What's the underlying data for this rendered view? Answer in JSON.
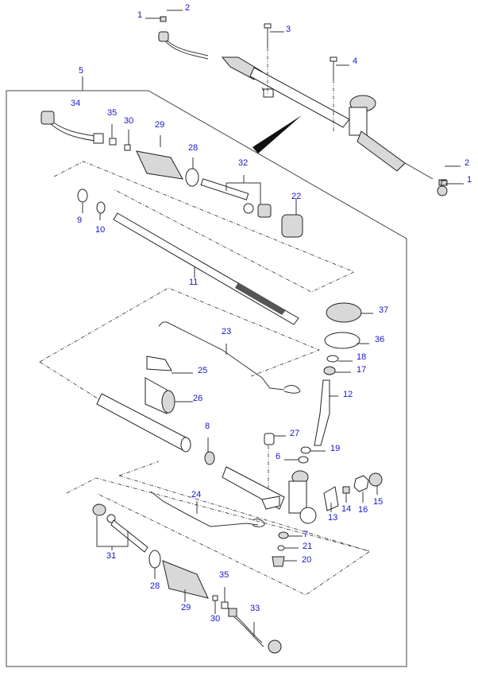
{
  "diagram": {
    "title": "Steering gear box exploded view",
    "callouts": {
      "c1a": "1",
      "c2a": "2",
      "c3": "3",
      "c4": "4",
      "c2b": "2",
      "c1b": "1",
      "c5": "5",
      "c34": "34",
      "c35a": "35",
      "c30a": "30",
      "c29a": "29",
      "c28a": "28",
      "c32": "32",
      "c22": "22",
      "c9": "9",
      "c10": "10",
      "c11": "11",
      "c37": "37",
      "c36": "36",
      "c18": "18",
      "c17": "17",
      "c12": "12",
      "c23": "23",
      "c25": "25",
      "c26": "26",
      "c8": "8",
      "c27": "27",
      "c19": "19",
      "c6": "6",
      "c24": "24",
      "c14": "14",
      "c16": "16",
      "c15": "15",
      "c13": "13",
      "c7": "7",
      "c21": "21",
      "c20": "20",
      "c31": "31",
      "c28b": "28",
      "c29b": "29",
      "c35b": "35",
      "c30b": "30",
      "c33": "33"
    },
    "colors": {
      "label": "#1515c8",
      "line": "#333333"
    }
  }
}
